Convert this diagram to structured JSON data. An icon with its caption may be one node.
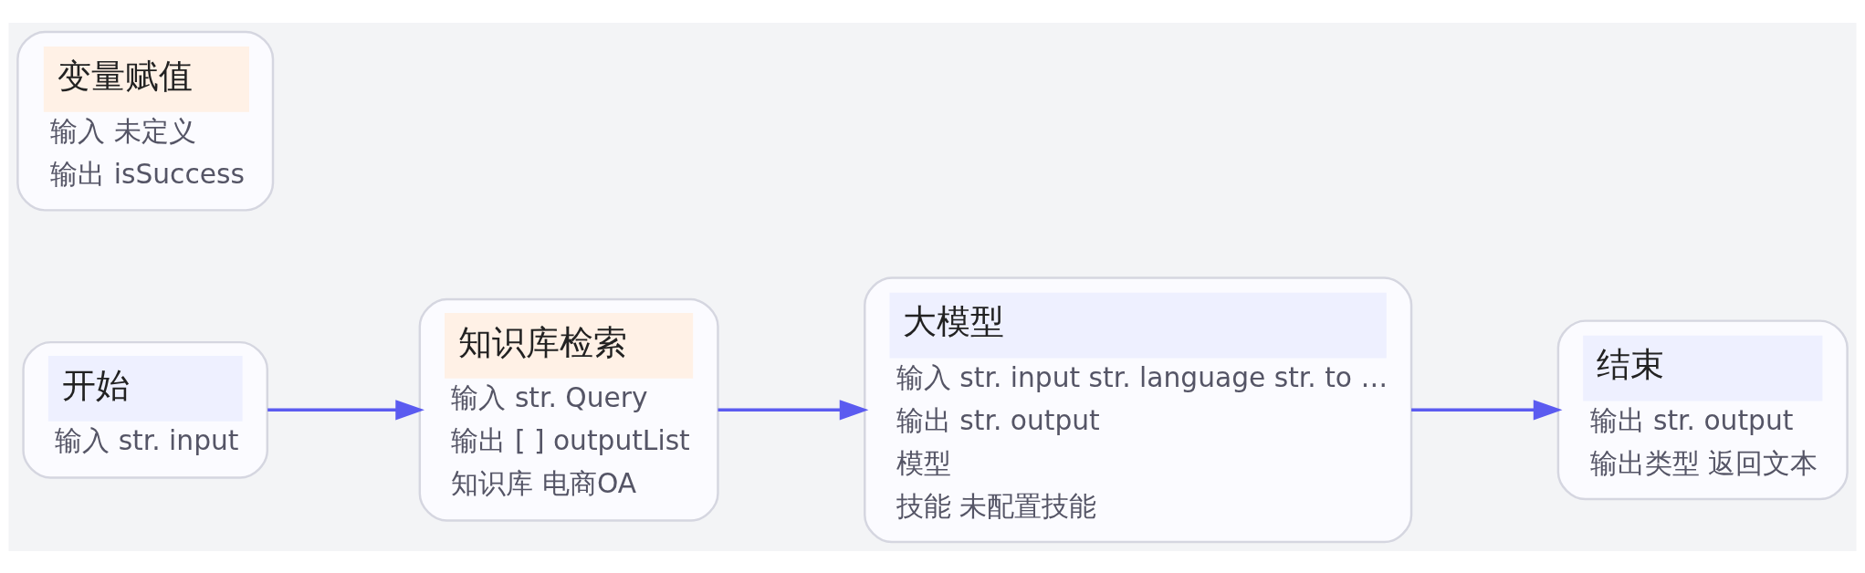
{
  "diagram": {
    "nodes": [
      {
        "text": [
          "开始",
          "输入 str. input"
        ]
      },
      {
        "text": [
          "知识库检索",
          "输入 str. Query",
          "输出 [ ] outputList",
          "知识库 电商OA"
        ]
      },
      {
        "text": [
          "大模型",
          "输入 str. input str. language str. to …",
          "输出 str. output",
          "模型",
          "技能 未配置技能"
        ]
      },
      {
        "text": [
          "结束",
          "输出 str. output",
          "输出类型 返回文本"
        ]
      },
      {
        "text": [
          "变量赋值",
          "输入 未定义",
          "输出 isSuccess"
        ]
      }
    ],
    "edges": [
      {
        "from": 0,
        "to": 1,
        "arrow": "to"
      },
      {
        "from": 1,
        "to": 2,
        "arrow": "to"
      },
      {
        "from": 2,
        "to": 3,
        "arrow": "to"
      }
    ]
  }
}
